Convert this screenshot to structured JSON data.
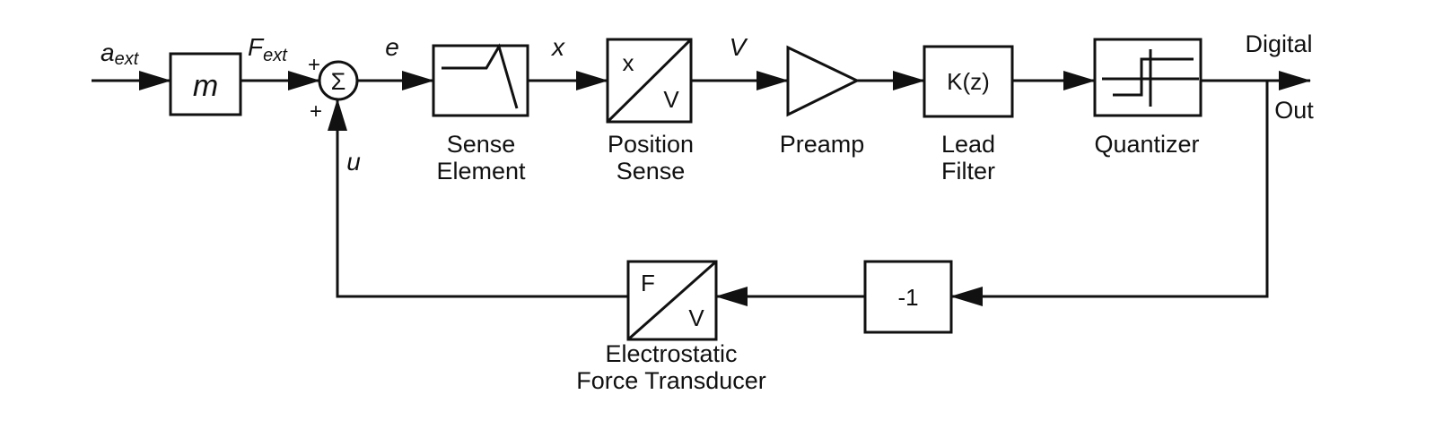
{
  "signals": {
    "a_ext_main": "a",
    "a_ext_sub": "ext",
    "f_ext_main": "F",
    "f_ext_sub": "ext",
    "e": "e",
    "x": "x",
    "v": "V",
    "u": "u"
  },
  "summer": {
    "symbol": "Σ",
    "plus_top": "+",
    "plus_bottom": "+"
  },
  "blocks": {
    "mass": {
      "text": "m"
    },
    "position_sense": {
      "top_text": "x",
      "bottom_text": "V",
      "label_line1": "Position",
      "label_line2": "Sense"
    },
    "sense_element": {
      "label_line1": "Sense",
      "label_line2": "Element"
    },
    "preamp": {
      "label": "Preamp"
    },
    "lead_filter": {
      "text": "K(z)",
      "label_line1": "Lead",
      "label_line2": "Filter"
    },
    "quantizer": {
      "label": "Quantizer"
    },
    "gain": {
      "text": "-1"
    },
    "force_transducer": {
      "top_text": "F",
      "bottom_text": "V",
      "label_line1": "Electrostatic",
      "label_line2": "Force Transducer"
    }
  },
  "output": {
    "line1": "Digital",
    "line2": "Out"
  }
}
